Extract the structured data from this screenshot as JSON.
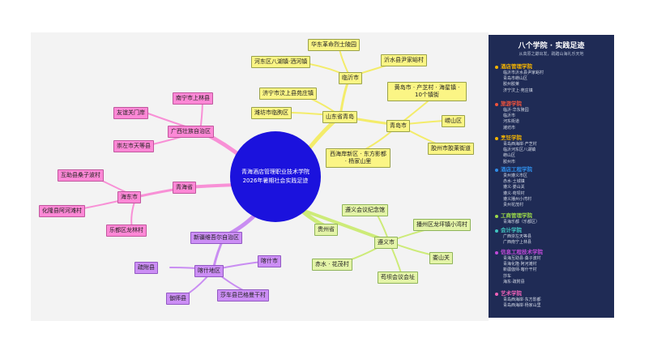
{
  "center": "青海酒店管理职业技术学院2026年暑期社会实践足迹",
  "nodes": {
    "shandong": "山东省青岛",
    "linyi": "临沂市",
    "huadong": "华东革命烈士陵园",
    "hedong": "河东区八湖镇·洒河镇",
    "yishui": "沂水县尹家峪村",
    "jining": "济宁市汶上县苑庄镇",
    "weifang": "潍坊市临朐区",
    "qingdao": "青岛市",
    "huangdao": "黄岛市 · 产芝村 · 海星镇 · 10个镇街",
    "laoshan": "崂山区",
    "jiaozhou": "胶州市胶莱街道",
    "xihaian": "西海岸新区 · 东方影都 · 杨家山里",
    "guangxi": "广西壮族自治区",
    "nanning": "南宁市上林县",
    "youyi": "友谊关门岸",
    "chongzuo": "崇左市天等县",
    "qinghai": "青海省",
    "haidong": "海东市",
    "minhe": "互助县桑子波村",
    "hualong": "化隆县阿河滩村",
    "ledu": "乐都区龙林村",
    "xinjiang": "新疆维吾尔自治区",
    "kashi": "喀什地区",
    "shufu": "疏附县",
    "kashicity": "喀什市",
    "jiashi": "伽师县",
    "shache": "莎车县巴格曼干村",
    "guizhou": "贵州省",
    "zunyi": "遵义市",
    "zunyihall": "遵义会议纪念馆",
    "bozhou": "播州区龙坪镇小湾村",
    "loushan": "娄山关",
    "chishui": "赤水 · 花茂村",
    "goujiang": "苟坝会议会址"
  },
  "legend": {
    "title": "八个学院 · 实践足迹",
    "subtitle": "从高原之巅出发，践踏山海礼乐天地",
    "sections": [
      {
        "name": "酒店管理学院",
        "color": "#f5b400",
        "items": [
          "临沂市沂水县尹家峪村",
          "青岛市崂山区",
          "胶州胶莱",
          "济宁汶上·苑庄镇"
        ]
      },
      {
        "name": "旅游学院",
        "color": "#f0533c",
        "items": [
          "临沂·华东陵园",
          "临沂市",
          "河东街道",
          "潍坊市"
        ]
      },
      {
        "name": "烹饪学院",
        "color": "#f5b400",
        "items": [
          "青岛西海岸·产芝村",
          "临沂河东区八湖镇",
          "崂山区",
          "胶州市"
        ]
      },
      {
        "name": "酒店工程学院",
        "color": "#2f8de8",
        "items": [
          "贵州遵义市区",
          "赤水·土城镇",
          "遵义·娄山关",
          "遵义·苟坝村",
          "遵义播州小湾村",
          "贵州花茂村"
        ]
      },
      {
        "name": "工商管理学院",
        "color": "#9ad84a",
        "items": [
          "青海乐都（乐都区）"
        ]
      },
      {
        "name": "会计学院",
        "color": "#40c4c0",
        "items": [
          "广西崇左天等县",
          "广西南宁上林县"
        ]
      },
      {
        "name": "信息工程技术学院",
        "color": "#c04ad8",
        "items": [
          "青海互助县·桑子波村",
          "青海化隆·阿河滩村",
          "新疆伽师·喀什干村",
          "莎车",
          "海东·疏附县"
        ]
      },
      {
        "name": "艺术学院",
        "color": "#f062b8",
        "items": [
          "青岛西海岸·东方影都",
          "青岛西海岸·杨家山里"
        ]
      }
    ]
  }
}
